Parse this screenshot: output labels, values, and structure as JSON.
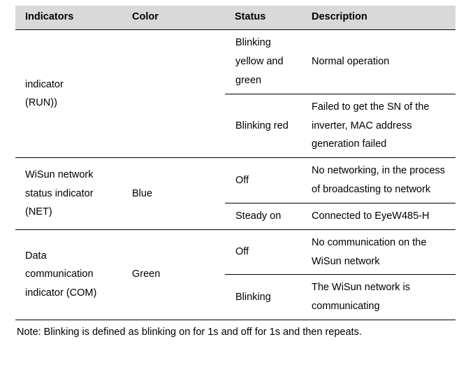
{
  "table": {
    "headers": [
      "Indicators",
      "Color",
      "Status",
      "Description"
    ],
    "rows": [
      {
        "indicator": "indicator\n(RUN))",
        "color": "",
        "entries": [
          {
            "status": "Blinking yellow and green",
            "description": "Normal operation"
          },
          {
            "status": "Blinking red",
            "description": "Failed to get the SN of the inverter, MAC address generation failed"
          }
        ]
      },
      {
        "indicator": "WiSun network status indicator (NET)",
        "color": "Blue",
        "entries": [
          {
            "status": "Off",
            "description": "No networking, in the process of broadcasting to network"
          },
          {
            "status": "Steady on",
            "description": "Connected to EyeW485-H"
          }
        ]
      },
      {
        "indicator": "Data communication indicator (COM)",
        "color": "Green",
        "entries": [
          {
            "status": "Off",
            "description": "No communication on the WiSun network"
          },
          {
            "status": "Blinking",
            "description": "The WiSun network is communicating"
          }
        ]
      }
    ],
    "note": "Note: Blinking is defined as blinking on for 1s and off for 1s and then repeats."
  },
  "cells": {
    "r0_indicator_line1": "indicator",
    "r0_indicator_line2": "(RUN))",
    "r0_color": "",
    "r0_e0_status": "Blinking yellow and green",
    "r0_e0_desc": "Normal operation",
    "r0_e1_status": "Blinking red",
    "r0_e1_desc": "Failed to get the SN of the inverter, MAC address generation failed",
    "r1_indicator": "WiSun network status indicator (NET)",
    "r1_color": "Blue",
    "r1_e0_status": "Off",
    "r1_e0_desc": "No networking, in the process of broadcasting to network",
    "r1_e1_status": "Steady on",
    "r1_e1_desc": "Connected to EyeW485-H",
    "r2_indicator": "Data communication indicator (COM)",
    "r2_color": "Green",
    "r2_e0_status": "Off",
    "r2_e0_desc": "No communication on the WiSun network",
    "r2_e1_status": "Blinking",
    "r2_e1_desc": "The WiSun network is communicating"
  },
  "colors": {
    "header_background": "#d9d9d9",
    "text": "#000000",
    "rule": "#000000",
    "page_background": "#ffffff"
  }
}
